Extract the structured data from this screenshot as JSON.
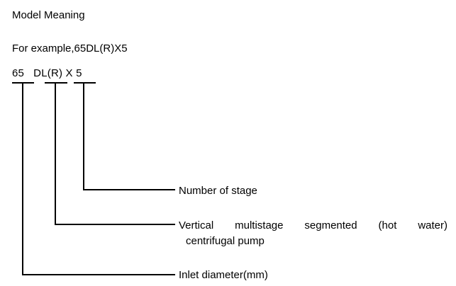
{
  "diagram": {
    "title": "Model Meaning",
    "example_line": "For example,65DL(R)X5",
    "model_code": "65   DL(R) X 5",
    "stroke_color": "#000000",
    "background_color": "#ffffff",
    "segments": [
      {
        "code": "65",
        "label": "Inlet diameter(mm)"
      },
      {
        "code": "DL(R)",
        "label_line1": "Vertical multistage segmented (hot water)",
        "label_line2": "centrifugal pump"
      },
      {
        "code": "5",
        "label": "Number of stage"
      }
    ],
    "callouts": {
      "stage": "Number of stage",
      "pump_line1": "Vertical multistage segmented (hot water)",
      "pump_line2": "centrifugal pump",
      "inlet": "Inlet diameter(mm)"
    }
  }
}
